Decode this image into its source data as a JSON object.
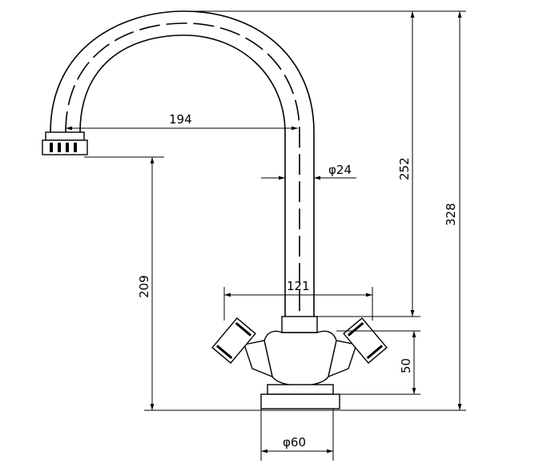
{
  "dimensions": {
    "spout_reach": "194",
    "spout_diameter": "φ24",
    "spout_height": "252",
    "total_height": "328",
    "outlet_height": "209",
    "handle_span": "121",
    "body_height": "50",
    "base_diameter": "φ60"
  }
}
